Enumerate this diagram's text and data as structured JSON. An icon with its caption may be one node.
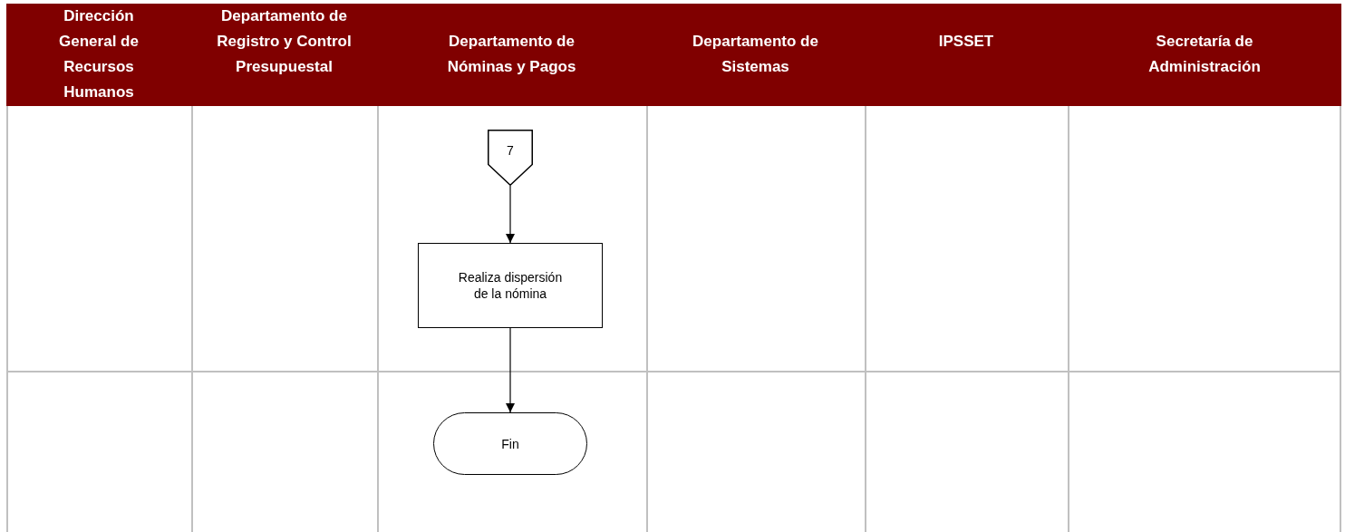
{
  "diagram": {
    "nodes": [
      {
        "text": [
          "Dirección General de Recursos Humanos"
        ]
      },
      {
        "text": [
          "Departamento de Registro y Control Presupuestal"
        ]
      },
      {
        "text": [
          "Departamento de Nóminas y Pagos"
        ]
      },
      {
        "text": [
          "Departamento de Sistemas"
        ]
      },
      {
        "text": [
          "IPSSET"
        ]
      },
      {
        "text": [
          "Secretaría de Administración"
        ]
      },
      {
        "text": [
          "7"
        ],
        "in": 2
      },
      {
        "text": [
          "Realiza dispersión de la nómina"
        ],
        "in": 2
      },
      {
        "text": [
          "Fin"
        ],
        "in": 2
      }
    ],
    "edges": [
      {
        "from": 6,
        "to": 7,
        "arrow": "to"
      },
      {
        "from": 7,
        "to": 8,
        "arrow": "to"
      }
    ]
  }
}
